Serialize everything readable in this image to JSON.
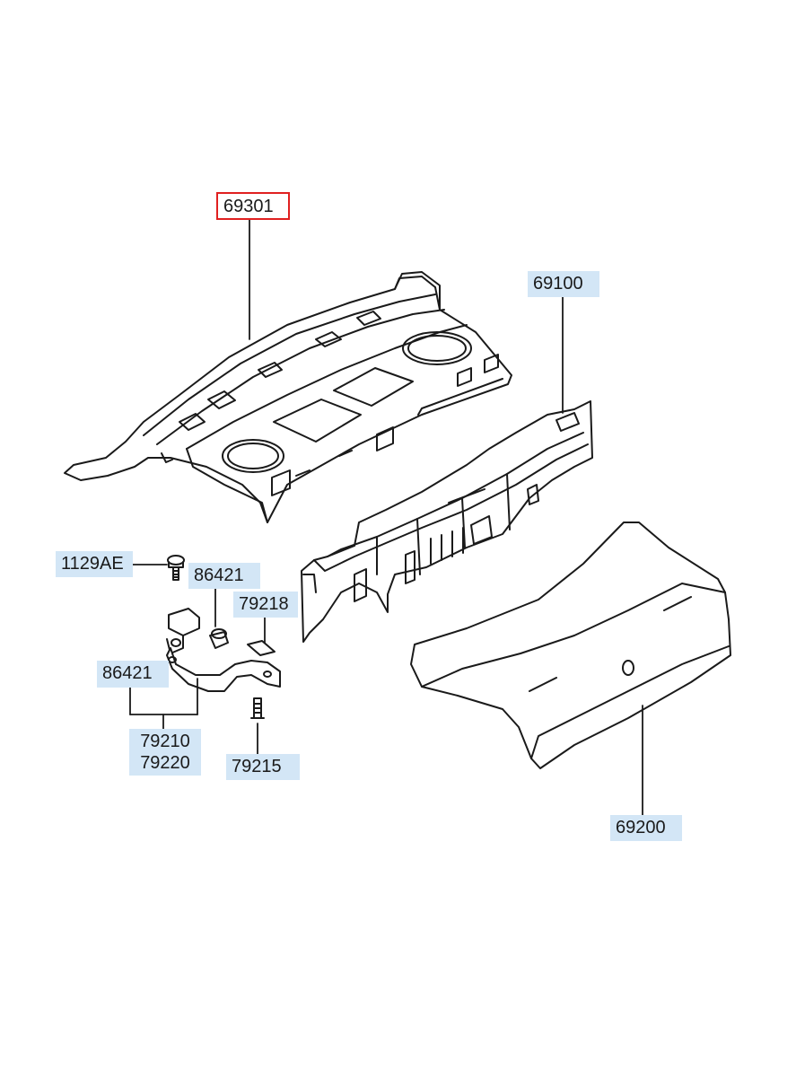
{
  "colors": {
    "label_bg": "#d3e6f6",
    "highlight_border": "#e02020",
    "line": "#1a1a1a"
  },
  "callouts": {
    "rear_package_tray": "69301",
    "back_panel": "69100",
    "trunk_lid": "69200",
    "bolt": "1129AE",
    "bumper_upper": "86421",
    "bumper_left": "86421",
    "striker_plate": "79218",
    "hinge_left": "79210",
    "hinge_right": "79220",
    "hinge_bolt": "79215"
  },
  "highlighted_callout": "69301"
}
